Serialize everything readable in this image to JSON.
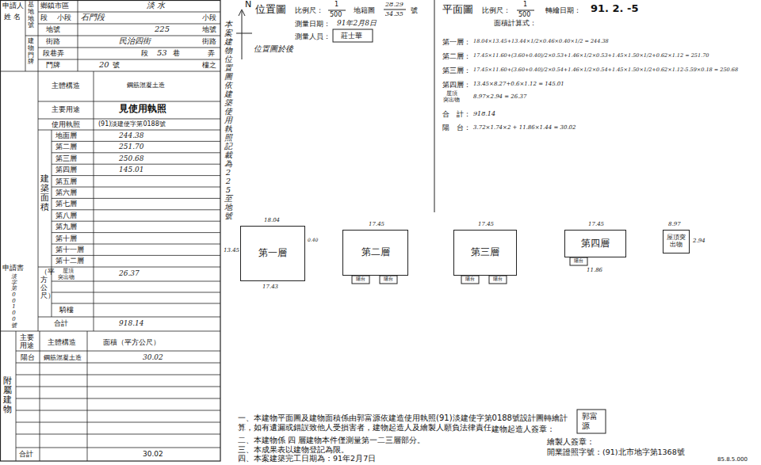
{
  "diagram": {
    "nodes": [
      {
        "text": [
          "第一層"
        ]
      },
      {
        "text": [
          "第二層"
        ]
      },
      {
        "text": [
          "第三層"
        ]
      },
      {
        "text": [
          "第四層"
        ]
      },
      {
        "text": [
          "屋頂突出物"
        ]
      }
    ],
    "labels": [
      "申請人",
      "姓 名",
      "基地地號",
      "建物門牌",
      "鄉鎮市區",
      "段",
      "小段",
      "地號",
      "街路",
      "段巷弄",
      "門牌",
      "淡 水",
      "石門段",
      "小段",
      "225",
      "地號",
      "民治四街",
      "街路",
      "段",
      "53",
      "巷",
      "弄",
      "20",
      "號",
      "樓之",
      "主體構造",
      "主要用途",
      "使用執照",
      "鋼筋混凝土造",
      "見使用執照",
      "(91)淡建使字第0188號",
      "建築面積",
      "地面層",
      "第二層",
      "第三層",
      "第四層",
      "第五層",
      "第六層",
      "第七層",
      "第八層",
      "第九層",
      "第十層",
      "第十一層",
      "第十二層",
      "244.38",
      "251.70",
      "250.68",
      "145.01",
      "屋頂",
      "突出物",
      "26.37",
      "（平方公尺）",
      "騎樓",
      "合計",
      "918.14",
      "申請書",
      "淡字第00100號",
      "附屬建物",
      "主要用途",
      "主體構造",
      "面積（平方公尺）",
      "陽台",
      "鋼筋混凝土造",
      "30.02",
      "合計",
      "30.02",
      "本案建物位置圖依建築使用執照記載為225至地號",
      "N",
      "位置圖",
      "比例尺：",
      "1",
      "500",
      "地籍圖",
      "28.29",
      "34.35",
      "號",
      "測量日期：",
      "91年2月8日",
      "測量人員：",
      "莊士華",
      "位置圖於後",
      "平面圖",
      "比例尺：",
      "1",
      "500",
      "轉繪日期：",
      "91. 2. -5",
      "面積計算式：",
      "第一層：",
      "18.04×13.45+13.44×1/2×0.46×0.40×1/2 = 244.38",
      "第二層：",
      "17.45×11.60+(3.60+0.40)/2×0.53+1.46×1/2×0.53+1.45×1.50×1/2+0.62×1.12 = 251.70",
      "第三層：",
      "17.45×11.60+(3.60+0.40)/2×0.54+1.46×1/2×0.54+1.45×1.50×1/2+0.62×1.12-5.59×0.18 = 250.68",
      "第四層：",
      "13.45×8.27+0.6×1.12 = 145.01",
      "屋頂",
      "突出物",
      "8.97×2.94 = 26.37",
      "合　計：",
      "918.14",
      "陽　台：",
      "3.72×1.74×2 + 11.86×1.44 = 30.02",
      "18.04",
      "17.43",
      "13.45",
      "0.40",
      "17.45",
      "陽台",
      "陽台",
      "17.45",
      "陽台",
      "陽台",
      "17.45",
      "11.86",
      "陽台",
      "8.97",
      "2.94",
      "一、本建物平面圖及建物面積係由郭富源依建造使用執照(91)淡建使字第0188號設計圖轉繪計算，如有遺漏或錯誤致他人受損害者，建物起造人及繪製人願負法律責任。",
      "建物起造人簽章：",
      "郭富源",
      "二、本建物係 四 層建物本件僅測量第一二三層部分。",
      "三、本成果表以建物登記為限。",
      "四、本案建築完工日期為：91年2月7日",
      "繪製人簽章：",
      "開業證照字號：(91)北市地字第1368號",
      "85.8.5.000"
    ]
  }
}
